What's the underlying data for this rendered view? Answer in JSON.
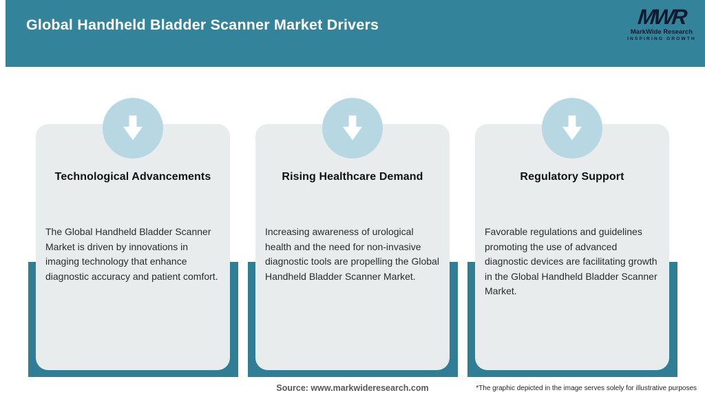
{
  "header": {
    "title": "Global Handheld Bladder Scanner Market Drivers",
    "logo": {
      "mark": "MWR",
      "name": "MarkWide Research",
      "tagline": "INSPIRING GROWTH"
    }
  },
  "cards": [
    {
      "icon": "down-arrow-icon",
      "title": "Technological Advancements",
      "body": "The Global Handheld Bladder Scanner Market is driven by innovations in imaging technology that enhance diagnostic accuracy and patient comfort."
    },
    {
      "icon": "down-arrow-icon",
      "title": "Rising Healthcare Demand",
      "body": "Increasing awareness of urological health and the need for non-invasive diagnostic tools are propelling the Global Handheld Bladder Scanner Market."
    },
    {
      "icon": "down-arrow-icon",
      "title": "Regulatory Support",
      "body": "Favorable regulations and guidelines promoting the use of advanced diagnostic devices are facilitating growth in the Global Handheld Bladder Scanner Market."
    }
  ],
  "footer": {
    "source": "Source: www.markwideresearch.com",
    "disclaimer": "*The graphic depicted in the image serves solely for illustrative purposes"
  },
  "colors": {
    "header_teal": "#33849B",
    "band_teal": "#2F7E95",
    "card_bg": "#E9ECEC",
    "circle_blue": "#B7D8E2",
    "logo_navy": "#121A30"
  }
}
